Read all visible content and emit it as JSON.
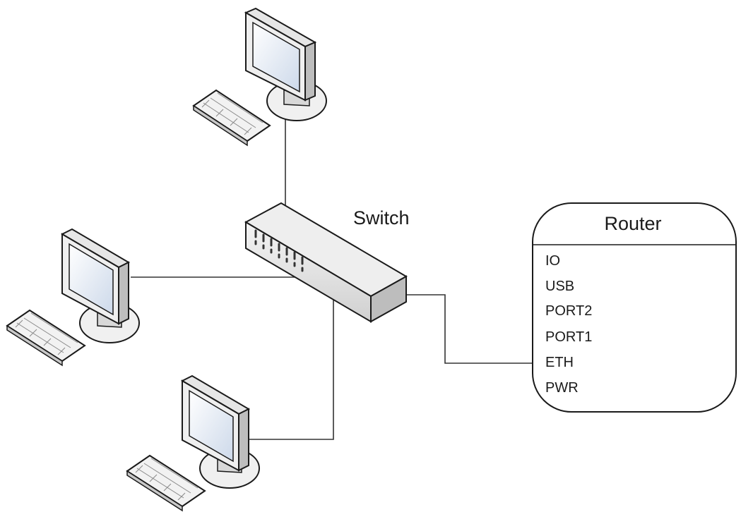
{
  "switch": {
    "label": "Switch"
  },
  "router": {
    "title": "Router",
    "ports": [
      "IO",
      "USB",
      "PORT2",
      "PORT1",
      "ETH",
      "PWR"
    ]
  },
  "computers": [
    {
      "id": "top"
    },
    {
      "id": "left"
    },
    {
      "id": "bottom"
    }
  ],
  "colors": {
    "outline": "#1a1a1a",
    "screen": "#dfe8f4",
    "bezel": "#efefef",
    "body_light": "#f2f2f2",
    "body_dark": "#c8c8c8",
    "wire": "#333333"
  }
}
